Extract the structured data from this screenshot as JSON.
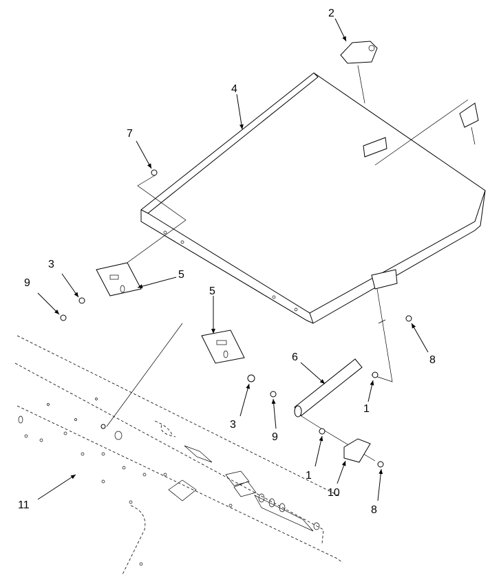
{
  "diagram": {
    "type": "exploded-parts-view",
    "callouts": [
      "2",
      "4",
      "7",
      "3",
      "9",
      "5",
      "5",
      "6",
      "1",
      "8",
      "3",
      "9",
      "1",
      "10",
      "8",
      "11"
    ]
  }
}
